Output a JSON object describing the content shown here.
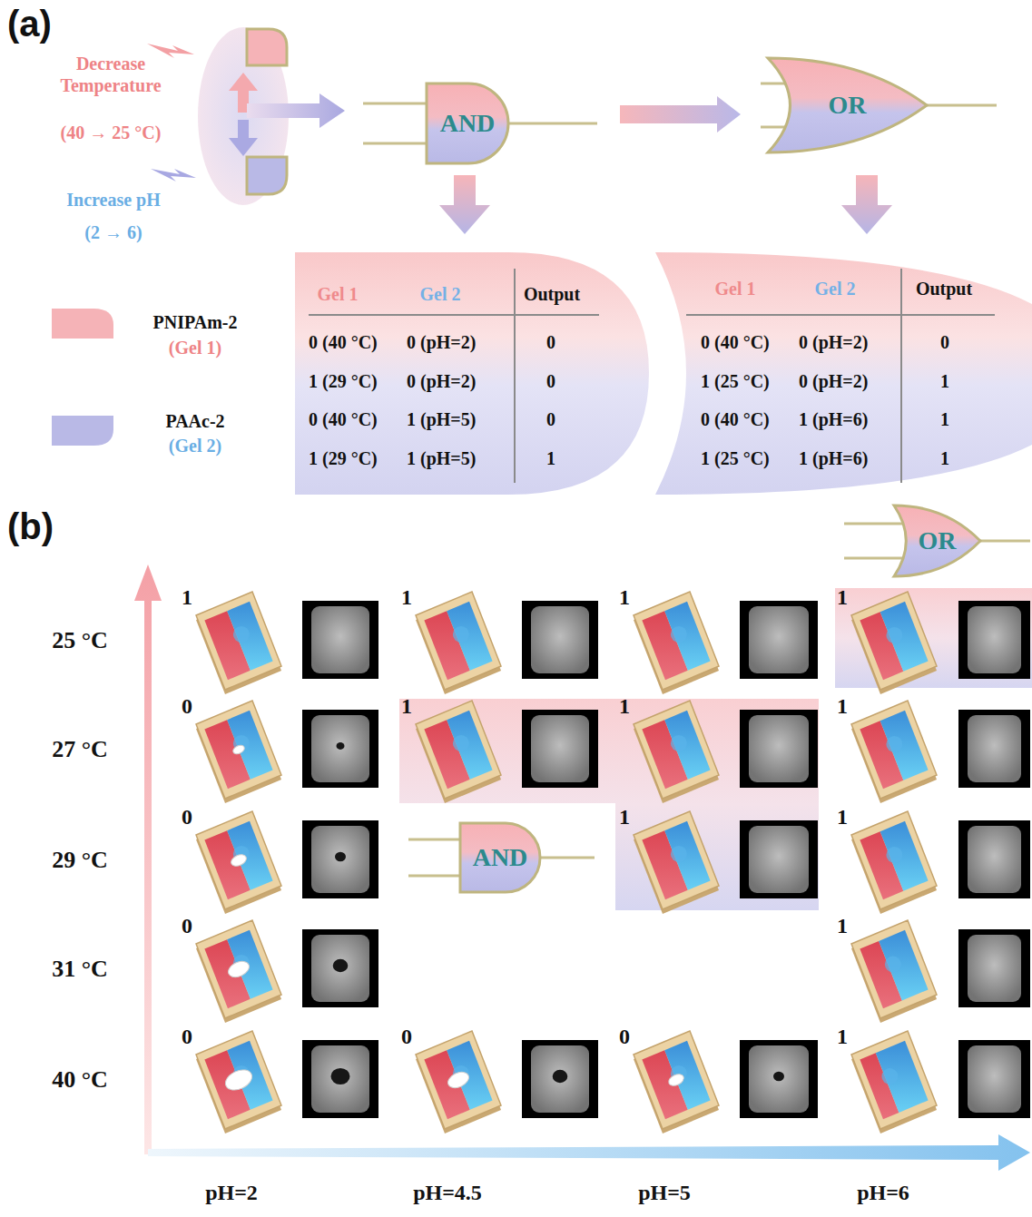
{
  "diagram": {
    "nodes": [
      {
        "text": [
          "AND"
        ]
      },
      {
        "text": [
          "OR"
        ]
      },
      {
        "text": [
          "OR"
        ]
      },
      {
        "text": [
          "AND"
        ]
      }
    ],
    "edges": [
      {
        "from": 0,
        "to": 1,
        "arrow": "to"
      }
    ],
    "labels": [
      "(a)",
      "Decrease Temperature",
      "(40 → 25 °C)",
      "Increase pH",
      "(2 → 6)",
      "(Gel 1)",
      "(Gel 2)",
      "Gel 1",
      "Gel 2",
      "Output",
      "0 (40 °C)",
      "0 (pH=2)",
      "0",
      "1 (29 °C)",
      "0 (pH=2)",
      "0",
      "0 (40 °C)",
      "1 (pH=5)",
      "0",
      "1 (29 °C)",
      "1 (pH=5)",
      "1",
      "Gel 1",
      "Gel 2",
      "Output",
      "0 (40 °C)",
      "0 (pH=2)",
      "0",
      "1 (25 °C)",
      "0 (pH=2)",
      "1",
      "0 (40 °C)",
      "1 (pH=6)",
      "1",
      "1 (25 °C)",
      "1 (pH=6)",
      "1",
      "(b)",
      "25 °C",
      "27 °C",
      "29 °C",
      "31 °C",
      "40 °C",
      "pH=2",
      "pH=4.5",
      "pH=5",
      "pH=6",
      "1",
      "1",
      "1",
      "1",
      "0",
      "1",
      "1",
      "1",
      "0",
      "1",
      "1",
      "0",
      "1",
      "0",
      "0",
      "0",
      "1"
    ],
    "legend": [
      {
        "text": "PNIPAm-2"
      },
      {
        "text": "PAAc-2"
      }
    ]
  }
}
